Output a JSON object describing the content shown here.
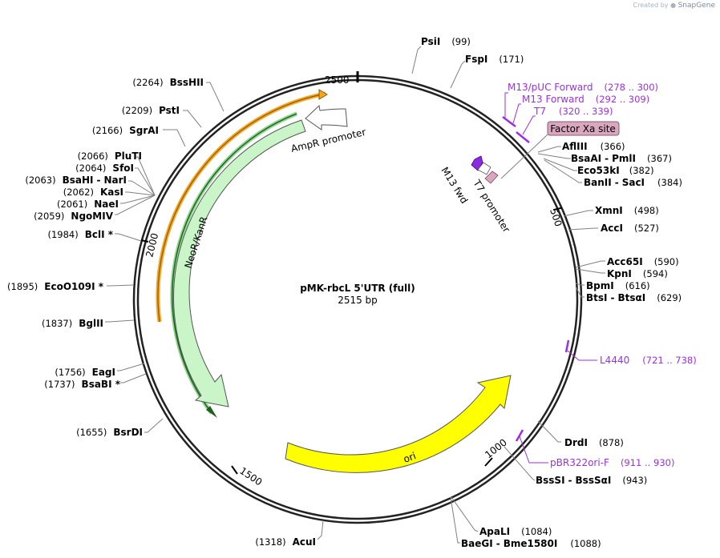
{
  "branding": {
    "created_by": "Created by",
    "product": "SnapGene"
  },
  "plasmid": {
    "name": "pMK-rbcL 5'UTR (full)",
    "length": "2515 bp",
    "total_bp": 2515
  },
  "tick_labels": [
    "500",
    "1000",
    "1500",
    "2000",
    "2500"
  ],
  "features": [
    {
      "name": "AmpR promoter",
      "start": 2400,
      "end": 2294,
      "direction": "reverse",
      "color": "#ffffff"
    },
    {
      "name": "NeoR/KanR",
      "start": 2290,
      "end": 1485,
      "direction": "reverse",
      "color": "#c9f5c9"
    },
    {
      "name": "ori",
      "start": 1390,
      "end": 835,
      "direction": "reverse",
      "color": "#ffff00"
    },
    {
      "name": "M13 fwd",
      "direction": "forward",
      "color": "#8a2be2"
    },
    {
      "name": "T7 promoter",
      "direction": "forward",
      "color": "#ffffff"
    },
    {
      "name": "Factor Xa site",
      "color": "#d9a8bf"
    }
  ],
  "enzymes_right": [
    {
      "name": "PsiI",
      "pos": "(99)"
    },
    {
      "name": "FspI",
      "pos": "(171)"
    },
    {
      "name": "AflIII",
      "pos": "(366)"
    },
    {
      "name": "BsaAI",
      "name2": "PmlI",
      "pos": "(367)"
    },
    {
      "name": "Eco53kI",
      "pos": "(382)"
    },
    {
      "name": "BanII",
      "name2": "SacI",
      "pos": "(384)"
    },
    {
      "name": "XmnI",
      "pos": "(498)"
    },
    {
      "name": "AccI",
      "pos": "(527)"
    },
    {
      "name": "Acc65I",
      "pos": "(590)"
    },
    {
      "name": "KpnI",
      "pos": "(594)"
    },
    {
      "name": "BpmI",
      "pos": "(616)"
    },
    {
      "name": "BtsI",
      "name2": "BtsαI",
      "pos": "(629)"
    },
    {
      "name": "DrdI",
      "pos": "(878)"
    },
    {
      "name": "BssSI",
      "name2": "BssSαI",
      "pos": "(943)"
    },
    {
      "name": "ApaLI",
      "pos": "(1084)"
    },
    {
      "name": "BaeGI",
      "name2": "Bme1580I",
      "pos": "(1088)"
    }
  ],
  "enzymes_left": [
    {
      "name": "BssHII",
      "pos": "(2264)"
    },
    {
      "name": "PstI",
      "pos": "(2209)"
    },
    {
      "name": "SgrAI",
      "pos": "(2166)"
    },
    {
      "name": "PluTI",
      "pos": "(2066)"
    },
    {
      "name": "SfoI",
      "pos": "(2064)"
    },
    {
      "name": "BsaHI",
      "name2": "NarI",
      "pos": "(2063)"
    },
    {
      "name": "KasI",
      "pos": "(2062)"
    },
    {
      "name": "NaeI",
      "pos": "(2061)"
    },
    {
      "name": "NgoMIV",
      "pos": "(2059)"
    },
    {
      "name": "BclI *",
      "pos": "(1984)"
    },
    {
      "name": "EcoO109I *",
      "pos": "(1895)"
    },
    {
      "name": "BglII",
      "pos": "(1837)"
    },
    {
      "name": "EagI",
      "pos": "(1756)"
    },
    {
      "name": "BsaBI *",
      "pos": "(1737)"
    },
    {
      "name": "BsrDI",
      "pos": "(1655)"
    },
    {
      "name": "AcuI",
      "pos": "(1318)"
    }
  ],
  "primers": [
    {
      "name": "M13/pUC Forward",
      "range": "(278 .. 300)"
    },
    {
      "name": "M13 Forward",
      "range": "(292 .. 309)"
    },
    {
      "name": "T7",
      "range": "(320 .. 339)"
    },
    {
      "name": "L4440",
      "range": "(721 .. 738)"
    },
    {
      "name": "pBR322ori-F",
      "range": "(911 .. 930)"
    }
  ],
  "colors": {
    "primer": "#9b30e0",
    "backbone": "#222222",
    "line": "#808080"
  }
}
